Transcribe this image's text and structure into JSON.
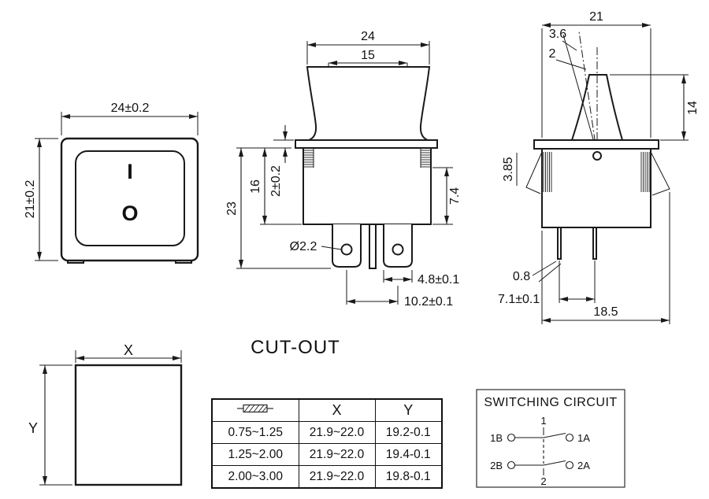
{
  "drawing": {
    "front_view": {
      "dim_width": "24±0.2",
      "dim_height": "21±0.2",
      "rocker_on": "I",
      "rocker_off": "O"
    },
    "side_view": {
      "dim_top_width": "24",
      "dim_actuator_width": "15",
      "dim_height_total": "23",
      "dim_body_height": "16",
      "dim_flange_thickness": "2±0.2",
      "dim_terminal_zone": "7.4",
      "dim_hole_dia": "Ø2.2",
      "dim_terminal_width": "4.8±0.1",
      "dim_terminal_pitch": "10.2±0.1"
    },
    "end_view": {
      "dim_top_width": "21",
      "dim_travel_a": "3.6",
      "dim_travel_b": "2",
      "dim_actuator_height": "14",
      "dim_flange": "3.85",
      "dim_pin_thickness": "0.8",
      "dim_pin_pitch": "7.1±0.1",
      "dim_depth": "18.5"
    },
    "cutout_view": {
      "dim_x": "X",
      "dim_y": "Y"
    }
  },
  "cutout_section": {
    "title": "CUT-OUT",
    "table": {
      "header_x": "X",
      "header_y": "Y",
      "rows": [
        {
          "thickness": "0.75~1.25",
          "x": "21.9~22.0",
          "y": "19.2-0.1"
        },
        {
          "thickness": "1.25~2.00",
          "x": "21.9~22.0",
          "y": "19.4-0.1"
        },
        {
          "thickness": "2.00~3.00",
          "x": "21.9~22.0",
          "y": "19.8-0.1"
        }
      ]
    }
  },
  "circuit_section": {
    "title": "SWITCHING CIRCUIT",
    "pole1": {
      "left": "1B",
      "right": "1A",
      "num": "1"
    },
    "pole2": {
      "left": "2B",
      "right": "2A",
      "num": "2"
    }
  }
}
